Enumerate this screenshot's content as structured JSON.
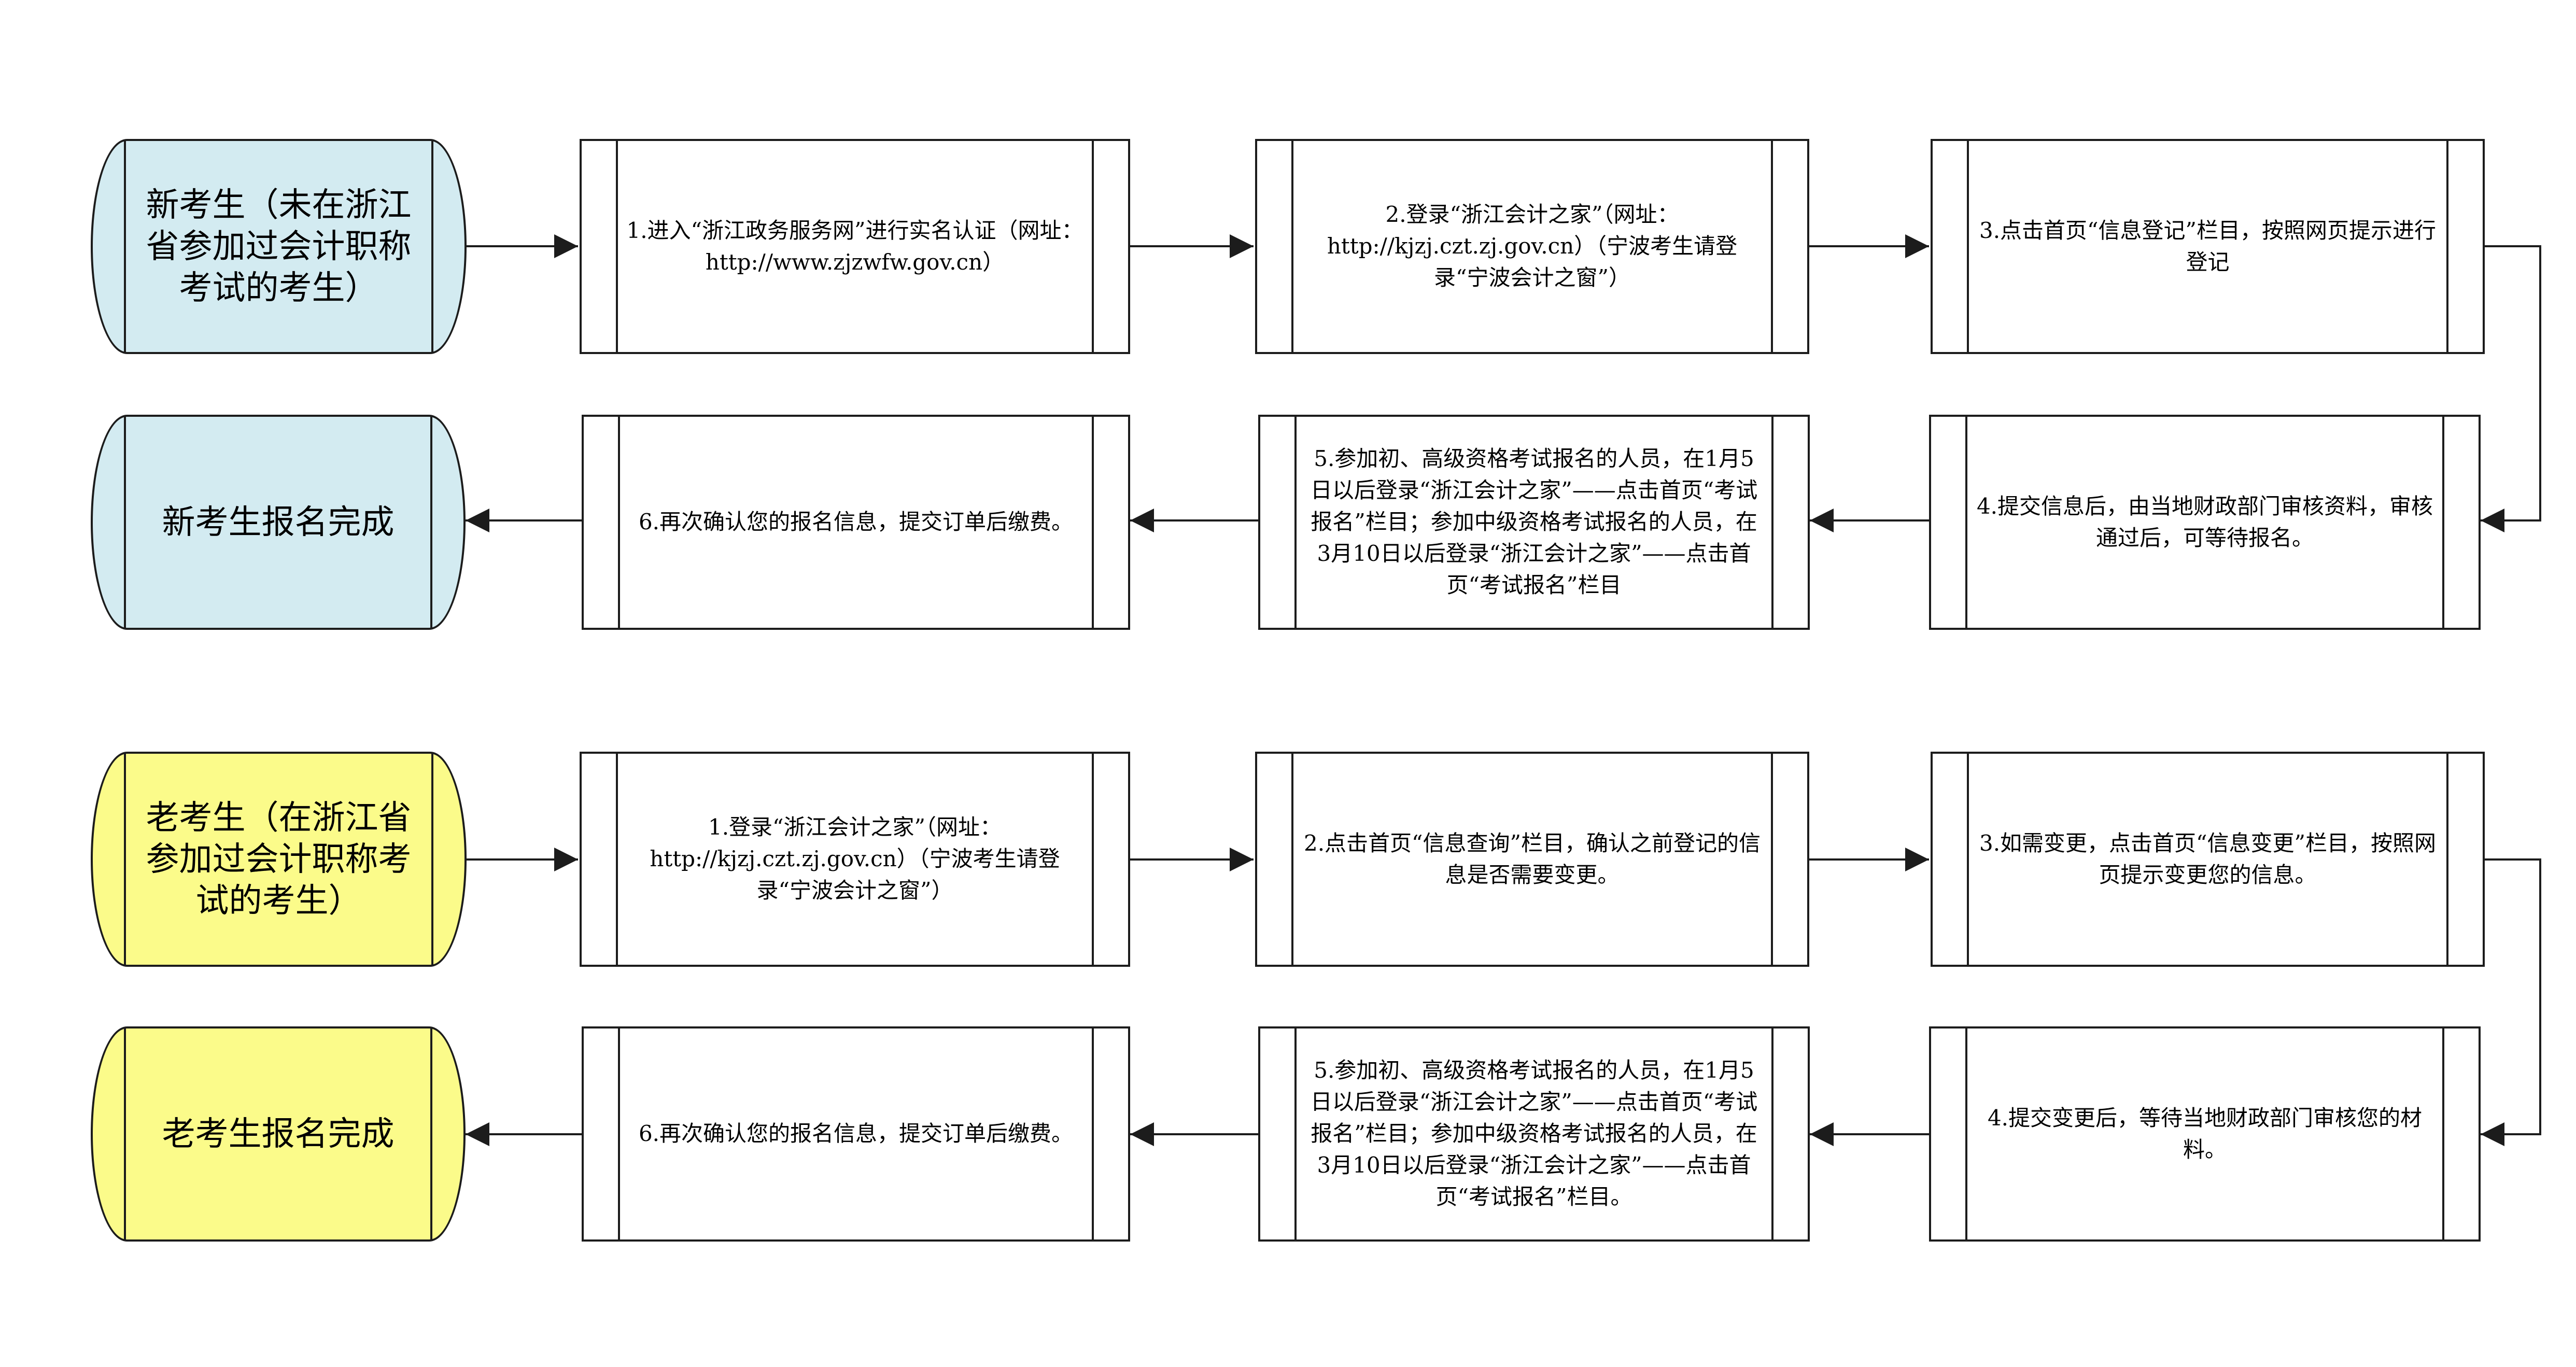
{
  "colors": {
    "new_examinee_fill": "#d3ebf1",
    "old_examinee_fill": "#fbfb8a",
    "line": "#1c1c1c"
  },
  "new_flow": {
    "start": "新考生（未在浙江省参加过会计职称考试的考生）",
    "step1": "1.进入“浙江政务服务网”进行实名认证（网址：http://www.zjzwfw.gov.cn）",
    "step2": "2.登录“浙江会计之家”（网址：http://kjzj.czt.zj.gov.cn）（宁波考生请登录“宁波会计之窗”）",
    "step3": "3.点击首页“信息登记”栏目，按照网页提示进行登记",
    "step4": "4.提交信息后，由当地财政部门审核资料，审核通过后，可等待报名。",
    "step5": "5.参加初、高级资格考试报名的人员，在1月5日以后登录“浙江会计之家”——点击首页“考试报名”栏目；参加中级资格考试报名的人员，在3月10日以后登录“浙江会计之家”——点击首页“考试报名”栏目",
    "step6": "6.再次确认您的报名信息，提交订单后缴费。",
    "end": "新考生报名完成"
  },
  "old_flow": {
    "start": "老考生（在浙江省参加过会计职称考试的考生）",
    "step1": "1.登录“浙江会计之家”（网址：http://kjzj.czt.zj.gov.cn）（宁波考生请登录“宁波会计之窗”）",
    "step2": "2.点击首页“信息查询”栏目，确认之前登记的信息是否需要变更。",
    "step3": "3.如需变更，点击首页“信息变更”栏目，按照网页提示变更您的信息。",
    "step4": "4.提交变更后，等待当地财政部门审核您的材料。",
    "step5": "5.参加初、高级资格考试报名的人员，在1月5日以后登录“浙江会计之家”——点击首页“考试报名”栏目；参加中级资格考试报名的人员，在3月10日以后登录“浙江会计之家”——点击首页“考试报名”栏目。",
    "step6": "6.再次确认您的报名信息，提交订单后缴费。",
    "end": "老考生报名完成"
  }
}
